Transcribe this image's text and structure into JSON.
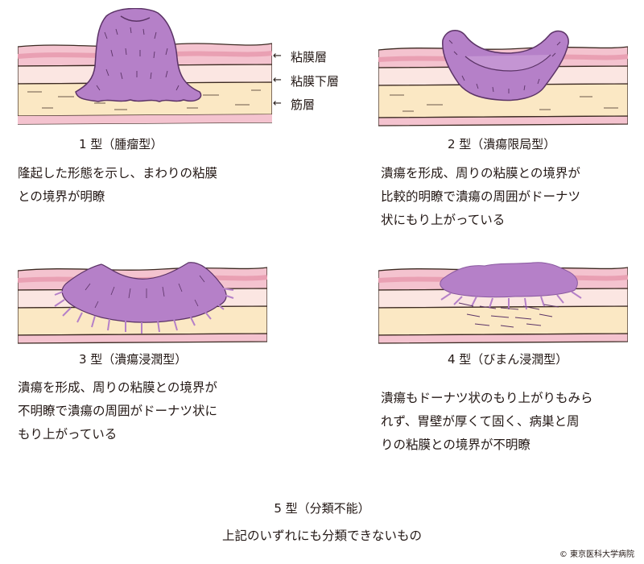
{
  "layer_labels": {
    "mucosa": "粘膜層",
    "submucosa": "粘膜下層",
    "muscle": "筋層"
  },
  "types": [
    {
      "caption": "1 型（腫瘤型）",
      "description": "隆起した形態を示し、まわりの粘膜\nとの境界が明瞭"
    },
    {
      "caption": "2 型（潰瘍限局型）",
      "description": "潰瘍を形成、周りの粘膜との境界が\n比較的明瞭で潰瘍の周囲がドーナツ\n状にもり上がっている"
    },
    {
      "caption": "3 型（潰瘍浸潤型）",
      "description": "潰瘍を形成、周りの粘膜との境界が\n不明瞭で潰瘍の周囲がドーナツ状に\nもり上がっている"
    },
    {
      "caption": "4 型（びまん浸潤型）",
      "description": "潰瘍もドーナツ状のもり上がりもみら\nれず、胃壁が厚くて固く、病巣と周\nりの粘膜との境界が不明瞭"
    }
  ],
  "type5": {
    "caption": "5 型（分類不能）",
    "description": "上記のいずれにも分類できないもの"
  },
  "copyright": "© 東京医科大学病院",
  "colors": {
    "mucosa": "#f4c3cf",
    "mucosa_band": "#e9a0b3",
    "submucosa": "#fbe6e2",
    "muscle": "#fbe8c4",
    "tumor": "#b580c8",
    "outline": "#5b3366",
    "line": "#3c2a22"
  }
}
